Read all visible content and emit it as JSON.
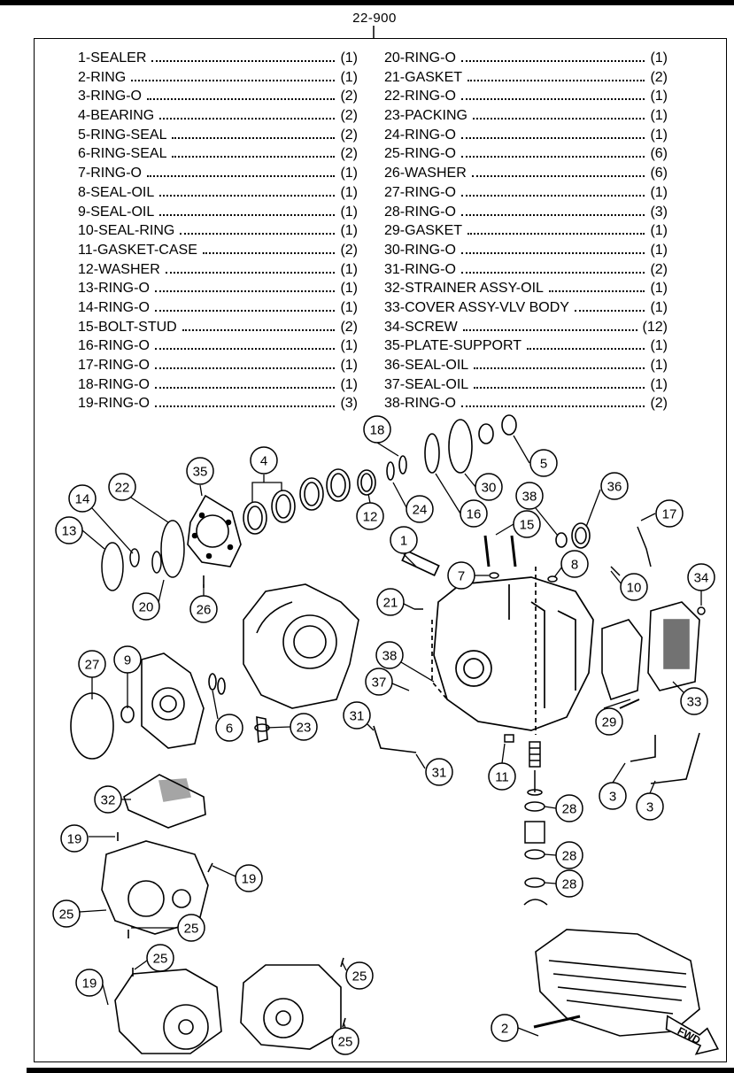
{
  "header": {
    "code": "22-900"
  },
  "parts_left": [
    {
      "name": "1-SEALER",
      "qty": "(1)"
    },
    {
      "name": "2-RING",
      "qty": "(1)"
    },
    {
      "name": "3-RING-O",
      "qty": "(2)"
    },
    {
      "name": "4-BEARING",
      "qty": "(2)"
    },
    {
      "name": "5-RING-SEAL",
      "qty": "(2)"
    },
    {
      "name": "6-RING-SEAL",
      "qty": "(2)"
    },
    {
      "name": "7-RING-O",
      "qty": "(1)"
    },
    {
      "name": "8-SEAL-OIL",
      "qty": "(1)"
    },
    {
      "name": "9-SEAL-OIL",
      "qty": "(1)"
    },
    {
      "name": "10-SEAL-RING",
      "qty": "(1)"
    },
    {
      "name": "11-GASKET-CASE",
      "qty": "(2)"
    },
    {
      "name": "12-WASHER",
      "qty": "(1)"
    },
    {
      "name": "13-RING-O",
      "qty": "(1)"
    },
    {
      "name": "14-RING-O",
      "qty": "(1)"
    },
    {
      "name": "15-BOLT-STUD",
      "qty": "(2)"
    },
    {
      "name": "16-RING-O",
      "qty": "(1)"
    },
    {
      "name": "17-RING-O",
      "qty": "(1)"
    },
    {
      "name": "18-RING-O",
      "qty": "(1)"
    },
    {
      "name": "19-RING-O",
      "qty": "(3)"
    }
  ],
  "parts_right": [
    {
      "name": "20-RING-O",
      "qty": "(1)"
    },
    {
      "name": "21-GASKET",
      "qty": "(2)"
    },
    {
      "name": "22-RING-O",
      "qty": "(1)"
    },
    {
      "name": "23-PACKING",
      "qty": "(1)"
    },
    {
      "name": "24-RING-O",
      "qty": "(1)"
    },
    {
      "name": "25-RING-O",
      "qty": "(6)"
    },
    {
      "name": "26-WASHER",
      "qty": "(6)"
    },
    {
      "name": "27-RING-O",
      "qty": "(1)"
    },
    {
      "name": "28-RING-O",
      "qty": "(3)"
    },
    {
      "name": "29-GASKET",
      "qty": "(1)"
    },
    {
      "name": "30-RING-O",
      "qty": "(1)"
    },
    {
      "name": "31-RING-O",
      "qty": "(2)"
    },
    {
      "name": "32-STRAINER ASSY-OIL",
      "qty": "(1)"
    },
    {
      "name": "33-COVER ASSY-VLV BODY",
      "qty": "(1)"
    },
    {
      "name": "34-SCREW",
      "qty": "(12)"
    },
    {
      "name": "35-PLATE-SUPPORT",
      "qty": "(1)"
    },
    {
      "name": "36-SEAL-OIL",
      "qty": "(1)"
    },
    {
      "name": "37-SEAL-OIL",
      "qty": "(1)"
    },
    {
      "name": "38-RING-O",
      "qty": "(2)"
    }
  ],
  "callouts": [
    "35",
    "14",
    "22",
    "13",
    "20",
    "26",
    "4",
    "12",
    "18",
    "30",
    "24",
    "16",
    "5",
    "1",
    "7",
    "15",
    "38",
    "36",
    "17",
    "8",
    "10",
    "34",
    "21",
    "38",
    "37",
    "27",
    "9",
    "6",
    "23",
    "31",
    "31",
    "11",
    "3",
    "3",
    "29",
    "33",
    "32",
    "28",
    "28",
    "28",
    "19",
    "19",
    "25",
    "25",
    "19",
    "25",
    "25",
    "25",
    "2"
  ],
  "fwd_label": "FWD"
}
